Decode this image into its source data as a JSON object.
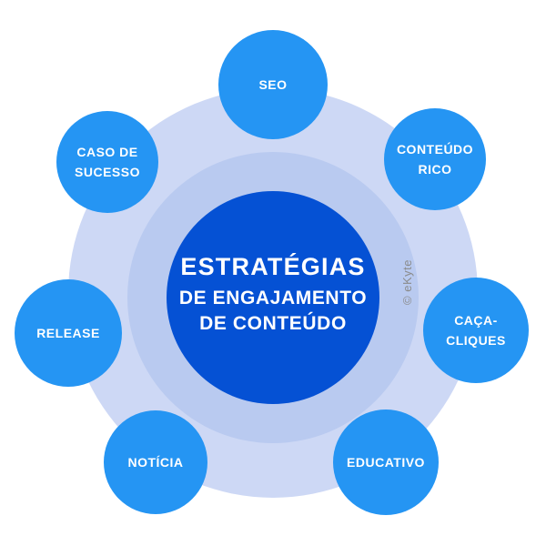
{
  "colors": {
    "background": "#ffffff",
    "satellite_blue": "#2595f3",
    "core_blue": "#0551d4",
    "ring_middle": "#b9caf0",
    "ring_outer": "#cdd8f5",
    "text_white": "#ffffff",
    "watermark_gray": "#8b8b8b"
  },
  "center": {
    "title": "ESTRATÉGIAS",
    "subtitle1": "DE ENGAJAMENTO",
    "subtitle2": "DE CONTEÚDO"
  },
  "satellites": [
    {
      "id": "seo",
      "line1": "SEO",
      "line2": ""
    },
    {
      "id": "conteudo-rico",
      "line1": "CONTEÚDO",
      "line2": "RICO"
    },
    {
      "id": "caca-cliques",
      "line1": "CAÇA-",
      "line2": "CLIQUES"
    },
    {
      "id": "educativo",
      "line1": "EDUCATIVO",
      "line2": ""
    },
    {
      "id": "noticia",
      "line1": "NOTÍCIA",
      "line2": ""
    },
    {
      "id": "release",
      "line1": "RELEASE",
      "line2": ""
    },
    {
      "id": "caso-de-sucesso",
      "line1": "CASO DE",
      "line2": "SUCESSO"
    }
  ],
  "watermark": "© eKyte"
}
